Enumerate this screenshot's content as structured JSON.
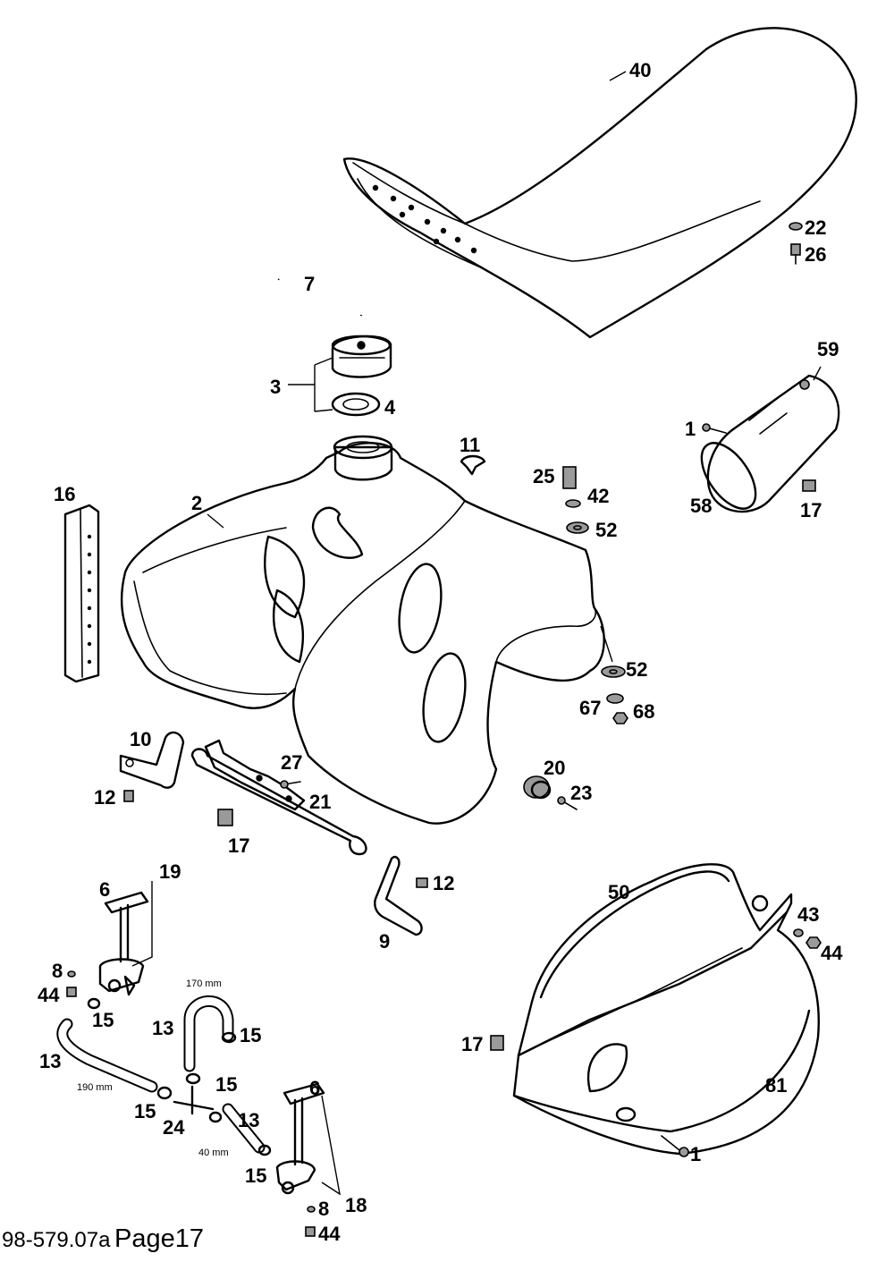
{
  "labels": {
    "l40": "40",
    "l22": "22",
    "l26": "26",
    "l7": "7",
    "l3": "3",
    "l4": "4",
    "l59": "59",
    "l1a": "1",
    "l58": "58",
    "l17a": "17",
    "l11": "11",
    "l25": "25",
    "l42": "42",
    "l52a": "52",
    "l16": "16",
    "l2": "2",
    "l52b": "52",
    "l67": "67",
    "l68": "68",
    "l10": "10",
    "l27": "27",
    "l12a": "12",
    "l21": "21",
    "l20": "20",
    "l23": "23",
    "l17b": "17",
    "l19": "19",
    "l6a": "6",
    "l12b": "12",
    "l9": "9",
    "l50": "50",
    "l43": "43",
    "l44a": "44",
    "l8a": "8",
    "l44b": "44",
    "l15a": "15",
    "l13a": "13",
    "l15b": "15",
    "l13b": "13",
    "l15c": "15",
    "l15d": "15",
    "l24": "24",
    "l13c": "13",
    "l6b": "6",
    "l15e": "15",
    "l8b": "8",
    "l18": "18",
    "l44c": "44",
    "l17c": "17",
    "l81": "81",
    "l1b": "1"
  },
  "dimensions": {
    "hose_upper": "170 mm",
    "hose_left": "190 mm",
    "hose_lower": "40 mm"
  },
  "footer": {
    "ref": "98-579.07a",
    "page": "Page17"
  }
}
